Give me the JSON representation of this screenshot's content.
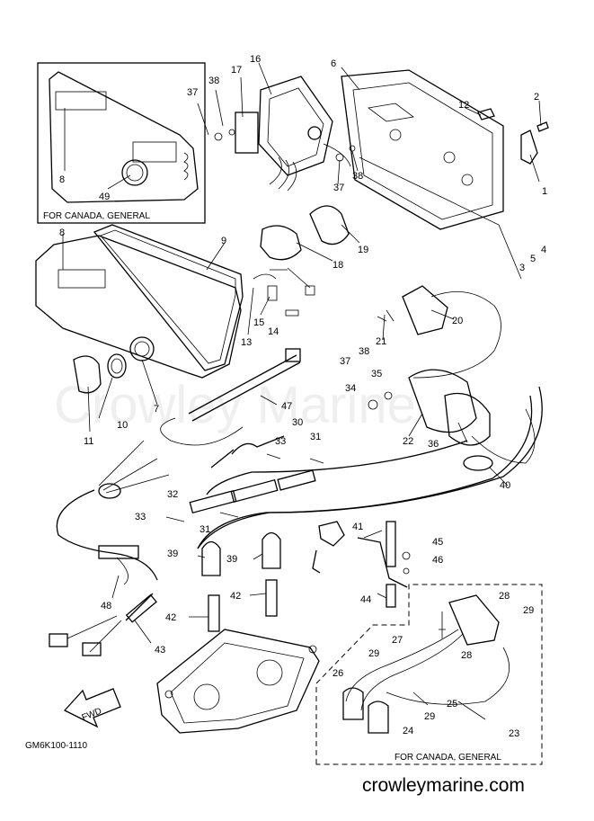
{
  "boxes": {
    "top_left_caption": "FOR CANADA, GENERAL",
    "bottom_right_caption": "FOR CANADA, GENERAL"
  },
  "diagram_code": "GM6K100-1110",
  "fwd_label": "FWD",
  "watermark": "Crowley Marine",
  "site_url": "crowleymarine.com",
  "callouts": {
    "c1": "1",
    "c2": "2",
    "c3": "3",
    "c4": "4",
    "c5": "5",
    "c6": "6",
    "c7": "7",
    "c8a": "8",
    "c8b": "8",
    "c9": "9",
    "c10": "10",
    "c11": "11",
    "c12": "12",
    "c13": "13",
    "c14": "14",
    "c15": "15",
    "c16": "16",
    "c17": "17",
    "c18": "18",
    "c19": "19",
    "c20": "20",
    "c21": "21",
    "c22": "22",
    "c23": "23",
    "c24": "24",
    "c25": "25",
    "c26": "26",
    "c27": "27",
    "c28a": "28",
    "c28b": "28",
    "c29a": "29",
    "c29b": "29",
    "c29c": "29",
    "c30": "30",
    "c31a": "31",
    "c31b": "31",
    "c32": "32",
    "c33a": "33",
    "c33b": "33",
    "c34": "34",
    "c35": "35",
    "c36": "36",
    "c37a": "37",
    "c37b": "37",
    "c37c": "37",
    "c38a": "38",
    "c38b": "38",
    "c38c": "38",
    "c39a": "39",
    "c39b": "39",
    "c40": "40",
    "c41": "41",
    "c42a": "42",
    "c42b": "42",
    "c43": "43",
    "c44": "44",
    "c45": "45",
    "c46": "46",
    "c47": "47",
    "c48": "48",
    "c49": "49"
  }
}
